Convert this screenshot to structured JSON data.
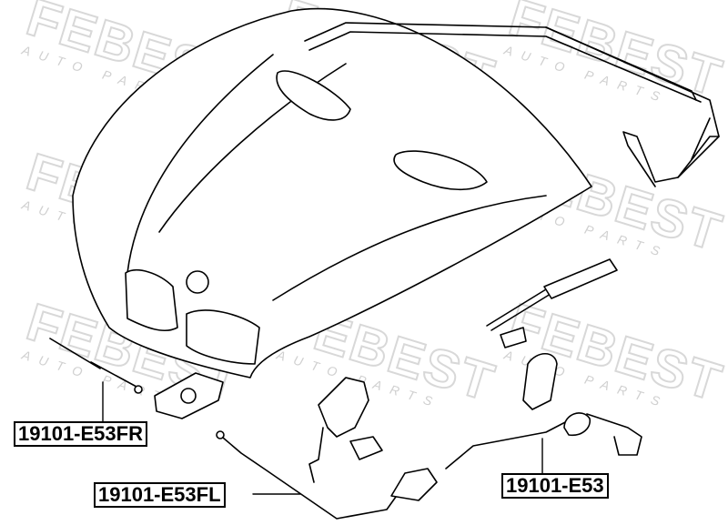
{
  "watermark": {
    "brand": "FEBEST",
    "tagline": "AUTO PARTS"
  },
  "parts": [
    {
      "part_number": "19101-E53FR"
    },
    {
      "part_number": "19101-E53FL"
    },
    {
      "part_number": "19101-E53"
    }
  ]
}
